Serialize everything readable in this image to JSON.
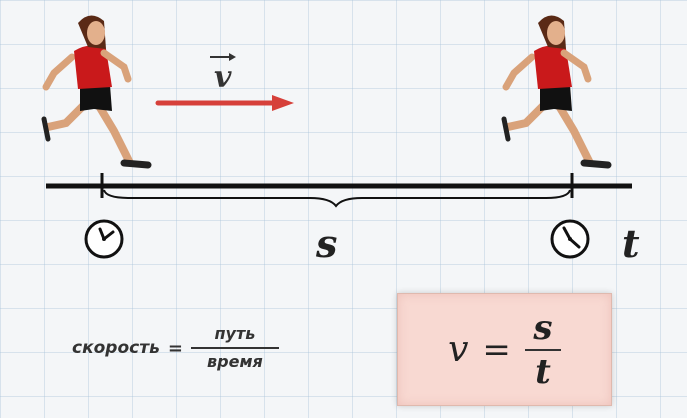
{
  "labels": {
    "velocity_symbol": "v",
    "distance_symbol": "s",
    "time_symbol": "t"
  },
  "word_formula": {
    "lhs": "скорость",
    "equals": "=",
    "numerator": "путь",
    "denominator": "время"
  },
  "math_formula": {
    "lhs": "v",
    "equals": "=",
    "numerator": "s",
    "denominator": "t"
  },
  "icons": {
    "runner": "runner-icon",
    "clock": "clock-icon",
    "arrow": "velocity-arrow-icon"
  },
  "colors": {
    "shirt": "#c9191b",
    "shorts": "#111111",
    "arrow": "#d6403a",
    "formula_box": "#f8d9d2"
  }
}
